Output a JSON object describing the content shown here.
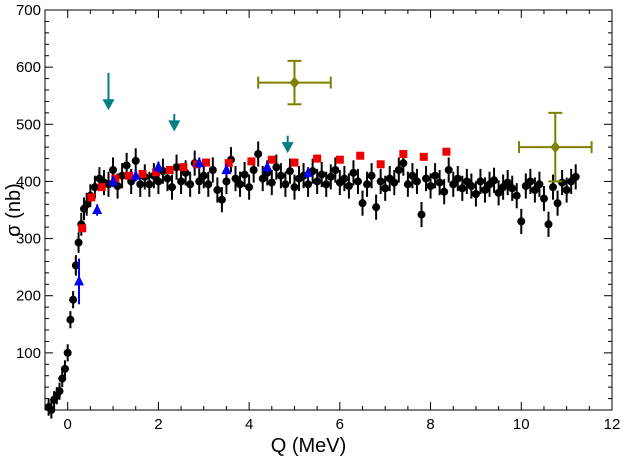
{
  "chart_data": {
    "type": "scatter",
    "xlabel": "Q (MeV)",
    "ylabel": "σ (nb)",
    "xlim": [
      -0.5,
      12
    ],
    "ylim": [
      0,
      700
    ],
    "x_ticks": [
      0,
      2,
      4,
      6,
      8,
      10,
      12
    ],
    "x_tick_labels": [
      "0",
      "2",
      "4",
      "6",
      "8",
      "10",
      "12"
    ],
    "y_ticks": [
      100,
      200,
      300,
      400,
      500,
      600,
      700
    ],
    "y_tick_labels": [
      "100",
      "200",
      "300",
      "400",
      "500",
      "600",
      "700"
    ],
    "grid": false,
    "series": [
      {
        "marker": "circle",
        "color": "#000000",
        "points": [
          [
            -0.42,
            5,
            15
          ],
          [
            -0.36,
            0,
            15
          ],
          [
            -0.3,
            18,
            15
          ],
          [
            -0.24,
            25,
            15
          ],
          [
            -0.18,
            33,
            15
          ],
          [
            -0.12,
            55,
            15
          ],
          [
            -0.06,
            72,
            15
          ],
          [
            0.0,
            100,
            15
          ],
          [
            0.06,
            158,
            15
          ],
          [
            0.12,
            193,
            15
          ],
          [
            0.18,
            253,
            18
          ],
          [
            0.24,
            293,
            18
          ],
          [
            0.3,
            325,
            20
          ],
          [
            0.36,
            352,
            20
          ],
          [
            0.42,
            360,
            20
          ],
          [
            0.5,
            375,
            20
          ],
          [
            0.6,
            390,
            20
          ],
          [
            0.7,
            405,
            20
          ],
          [
            0.8,
            398,
            22
          ],
          [
            0.9,
            395,
            22
          ],
          [
            1.0,
            420,
            22
          ],
          [
            1.1,
            392,
            22
          ],
          [
            1.2,
            410,
            22
          ],
          [
            1.3,
            428,
            22
          ],
          [
            1.4,
            400,
            22
          ],
          [
            1.5,
            436,
            22
          ],
          [
            1.6,
            395,
            22
          ],
          [
            1.7,
            408,
            22
          ],
          [
            1.8,
            395,
            22
          ],
          [
            1.9,
            410,
            22
          ],
          [
            2.0,
            400,
            22
          ],
          [
            2.1,
            418,
            22
          ],
          [
            2.2,
            405,
            22
          ],
          [
            2.3,
            390,
            22
          ],
          [
            2.4,
            425,
            22
          ],
          [
            2.5,
            400,
            22
          ],
          [
            2.6,
            415,
            22
          ],
          [
            2.7,
            395,
            22
          ],
          [
            2.8,
            432,
            22
          ],
          [
            2.9,
            400,
            22
          ],
          [
            3.0,
            410,
            22
          ],
          [
            3.1,
            395,
            22
          ],
          [
            3.2,
            420,
            22
          ],
          [
            3.3,
            385,
            22
          ],
          [
            3.4,
            368,
            22
          ],
          [
            3.5,
            400,
            22
          ],
          [
            3.6,
            438,
            22
          ],
          [
            3.7,
            405,
            22
          ],
          [
            3.8,
            395,
            22
          ],
          [
            3.9,
            412,
            22
          ],
          [
            4.0,
            390,
            22
          ],
          [
            4.1,
            420,
            22
          ],
          [
            4.2,
            448,
            22
          ],
          [
            4.3,
            405,
            22
          ],
          [
            4.4,
            415,
            22
          ],
          [
            4.5,
            398,
            22
          ],
          [
            4.6,
            425,
            22
          ],
          [
            4.7,
            410,
            22
          ],
          [
            4.8,
            395,
            22
          ],
          [
            4.9,
            418,
            22
          ],
          [
            5.0,
            390,
            22
          ],
          [
            5.1,
            405,
            22
          ],
          [
            5.2,
            410,
            22
          ],
          [
            5.3,
            395,
            22
          ],
          [
            5.4,
            418,
            22
          ],
          [
            5.5,
            400,
            22
          ],
          [
            5.6,
            412,
            22
          ],
          [
            5.7,
            395,
            22
          ],
          [
            5.8,
            408,
            22
          ],
          [
            5.9,
            420,
            22
          ],
          [
            6.0,
            398,
            22
          ],
          [
            6.1,
            405,
            22
          ],
          [
            6.2,
            392,
            22
          ],
          [
            6.3,
            415,
            22
          ],
          [
            6.4,
            400,
            22
          ],
          [
            6.5,
            362,
            22
          ],
          [
            6.6,
            395,
            22
          ],
          [
            6.7,
            410,
            22
          ],
          [
            6.8,
            355,
            22
          ],
          [
            6.9,
            400,
            22
          ],
          [
            7.0,
            388,
            22
          ],
          [
            7.1,
            405,
            22
          ],
          [
            7.2,
            398,
            22
          ],
          [
            7.3,
            420,
            22
          ],
          [
            7.4,
            432,
            22
          ],
          [
            7.5,
            395,
            22
          ],
          [
            7.6,
            410,
            22
          ],
          [
            7.7,
            400,
            22
          ],
          [
            7.8,
            342,
            22
          ],
          [
            7.9,
            405,
            22
          ],
          [
            8.0,
            392,
            22
          ],
          [
            8.1,
            410,
            22
          ],
          [
            8.2,
            398,
            22
          ],
          [
            8.3,
            382,
            22
          ],
          [
            8.4,
            420,
            22
          ],
          [
            8.5,
            395,
            22
          ],
          [
            8.6,
            405,
            22
          ],
          [
            8.7,
            388,
            22
          ],
          [
            8.8,
            400,
            22
          ],
          [
            8.9,
            392,
            22
          ],
          [
            9.0,
            378,
            22
          ],
          [
            9.1,
            400,
            22
          ],
          [
            9.2,
            385,
            22
          ],
          [
            9.3,
            395,
            22
          ],
          [
            9.4,
            402,
            22
          ],
          [
            9.5,
            380,
            22
          ],
          [
            9.6,
            390,
            22
          ],
          [
            9.7,
            398,
            22
          ],
          [
            9.8,
            388,
            22
          ],
          [
            9.9,
            375,
            22
          ],
          [
            10.0,
            330,
            22
          ],
          [
            10.1,
            392,
            22
          ],
          [
            10.2,
            400,
            22
          ],
          [
            10.3,
            385,
            22
          ],
          [
            10.4,
            395,
            22
          ],
          [
            10.5,
            370,
            22
          ],
          [
            10.6,
            325,
            22
          ],
          [
            10.7,
            390,
            22
          ],
          [
            10.8,
            362,
            22
          ],
          [
            10.9,
            398,
            22
          ],
          [
            11.0,
            385,
            22
          ],
          [
            11.1,
            400,
            22
          ],
          [
            11.2,
            408,
            22
          ]
        ]
      },
      {
        "marker": "square",
        "color": "#ee0000",
        "points": [
          [
            0.32,
            318
          ],
          [
            0.52,
            372
          ],
          [
            0.75,
            390
          ],
          [
            1.05,
            405
          ],
          [
            1.35,
            410
          ],
          [
            1.65,
            413
          ],
          [
            1.95,
            416
          ],
          [
            2.25,
            420
          ],
          [
            2.55,
            425
          ],
          [
            2.85,
            430
          ],
          [
            3.05,
            433
          ],
          [
            3.55,
            432
          ],
          [
            4.05,
            435
          ],
          [
            4.5,
            438
          ],
          [
            5.0,
            433
          ],
          [
            5.5,
            440
          ],
          [
            6.0,
            438
          ],
          [
            6.45,
            445
          ],
          [
            6.9,
            430
          ],
          [
            7.4,
            448
          ],
          [
            7.85,
            443
          ],
          [
            8.35,
            452
          ]
        ]
      },
      {
        "marker": "triangle-up",
        "color": "#0000ee",
        "points": [
          [
            0.25,
            225,
            40
          ],
          [
            0.65,
            350,
            10
          ],
          [
            1.0,
            400,
            10
          ],
          [
            1.5,
            410,
            10
          ],
          [
            2.0,
            425,
            10
          ],
          [
            2.9,
            432,
            10
          ],
          [
            3.5,
            420,
            10
          ],
          [
            4.4,
            425,
            10
          ],
          [
            5.3,
            415,
            10
          ]
        ]
      },
      {
        "marker": "triangle-down",
        "color": "#008080",
        "points": [
          [
            0.9,
            535,
            55
          ],
          [
            2.35,
            498,
            20
          ],
          [
            4.85,
            460,
            20
          ]
        ]
      },
      {
        "marker": "diamond",
        "color": "#808000",
        "points": [
          [
            5.0,
            573,
            0.8,
            38
          ],
          [
            10.75,
            460,
            0.8,
            60
          ]
        ]
      }
    ]
  }
}
